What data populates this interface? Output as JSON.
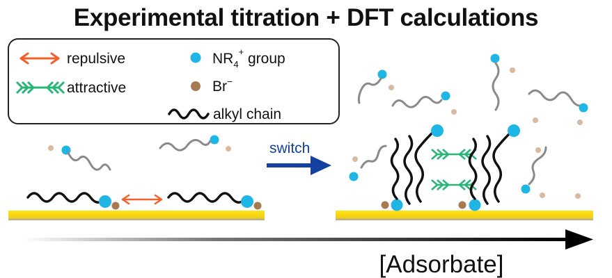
{
  "title": "Experimental titration + DFT calculations",
  "legend": {
    "repulsive": "repulsive",
    "attractive": "attractive",
    "group_base": "NR",
    "group_sub": "4",
    "group_sup": "+",
    "group_suffix": " group",
    "bromide_base": "Br",
    "bromide_sup": "−",
    "chain": "alkyl chain"
  },
  "switch_label": "switch",
  "axis_label": "[Adsorbate]",
  "colors": {
    "head": "#1fb6e6",
    "bromide": "#a87a52",
    "bromide_free": "#d9b9a0",
    "chain_bound": "#111111",
    "chain_free": "#8a8a8a",
    "repulsive": "#f2602b",
    "attractive": "#27b678",
    "switch_arrow": "#1440a0",
    "surface": "#ffe318"
  }
}
